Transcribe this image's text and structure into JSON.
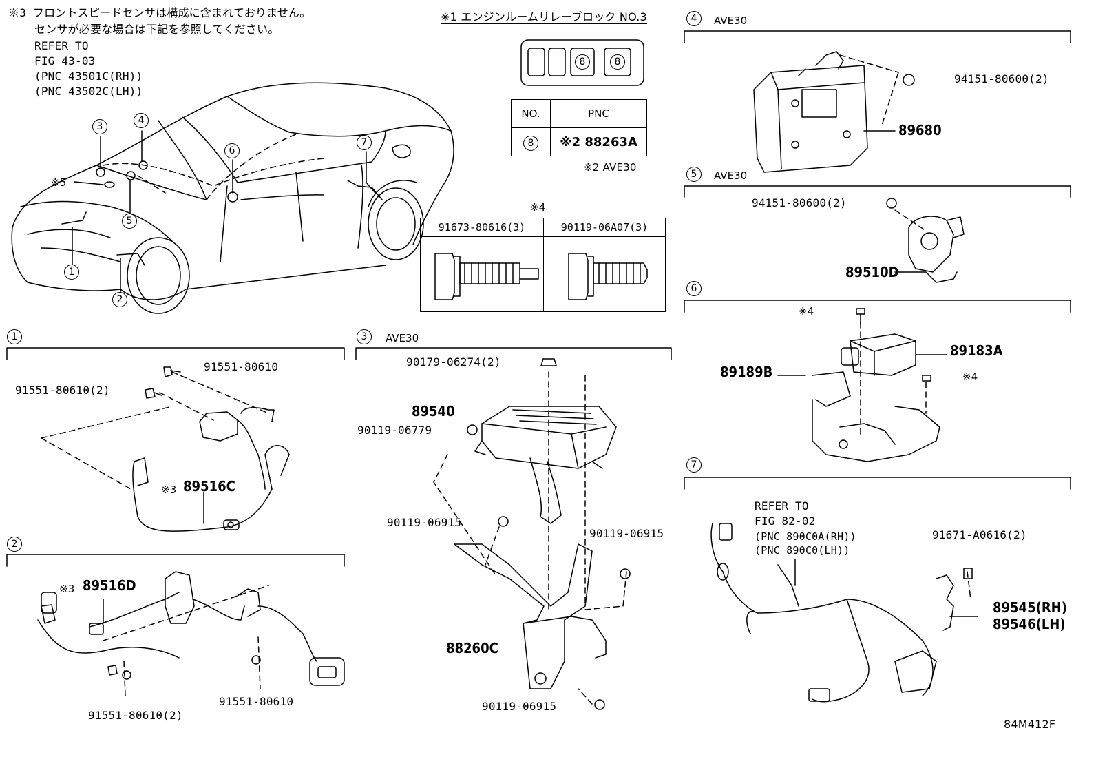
{
  "notes": {
    "note3_line1": "※3 フロントスピードセンサは構成に含まれておりません。",
    "note3_line2": "センサが必要な場合は下記を参照してください。",
    "refer_to": "REFER TO",
    "fig": "FIG 43-03",
    "pnc_rh": "(PNC 43501C(RH))",
    "pnc_lh": "(PNC 43502C(LH))"
  },
  "relay_block": {
    "title": "※1  エンジンルームリレーブロック NO.3",
    "slot_a": "8",
    "slot_b": "8",
    "table_header_no": "NO.",
    "table_header_pnc": "PNC",
    "row_no": "8",
    "row_pnc": "※2 88263A",
    "footnote": "※2 AVE30"
  },
  "bolt_table": {
    "title": "※4",
    "col1": "91673-80616(3)",
    "col2": "90119-06A07(3)"
  },
  "car_callouts": {
    "c1": "1",
    "c2": "2",
    "c3": "3",
    "c4": "4",
    "c5": "5",
    "c6": "6",
    "c7": "7",
    "note5": "※5"
  },
  "sections": {
    "s1": {
      "num": "1",
      "parts": {
        "bolt_a": "91551-80610",
        "bolt_b": "91551-80610(2)",
        "sensor_note": "※3",
        "sensor": "89516C"
      }
    },
    "s2": {
      "num": "2",
      "parts": {
        "sensor_note": "※3",
        "sensor": "89516D",
        "bolt_a": "91551-80610(2)",
        "bolt_b": "91551-80610"
      }
    },
    "s3": {
      "num": "3",
      "model": "AVE30",
      "parts": {
        "nut": "90179-06274(2)",
        "ecu": "89540",
        "bolt_a": "90119-06779",
        "bolt_b": "90119-06915",
        "bolt_c": "90119-06915",
        "bolt_d": "90119-06915",
        "bracket": "88260C"
      }
    },
    "s4": {
      "num": "4",
      "model": "AVE30",
      "parts": {
        "nut": "94151-80600(2)",
        "module": "89680"
      }
    },
    "s5": {
      "num": "5",
      "model": "AVE30",
      "parts": {
        "nut": "94151-80600(2)",
        "sensor": "89510D"
      }
    },
    "s6": {
      "num": "6",
      "parts": {
        "note_a": "※4",
        "note_b": "※4",
        "sensor": "89183A",
        "bracket": "89189B"
      }
    },
    "s7": {
      "num": "7",
      "refer_to": "REFER TO",
      "fig": "FIG 82-02",
      "pnc_rh": "(PNC 890C0A(RH))",
      "pnc_lh": "(PNC 890C0(LH))",
      "bolt": "91671-A0616(2)",
      "sensor_rh": "89545(RH)",
      "sensor_lh": "89546(LH)"
    }
  },
  "diagram_id": "84M412F"
}
